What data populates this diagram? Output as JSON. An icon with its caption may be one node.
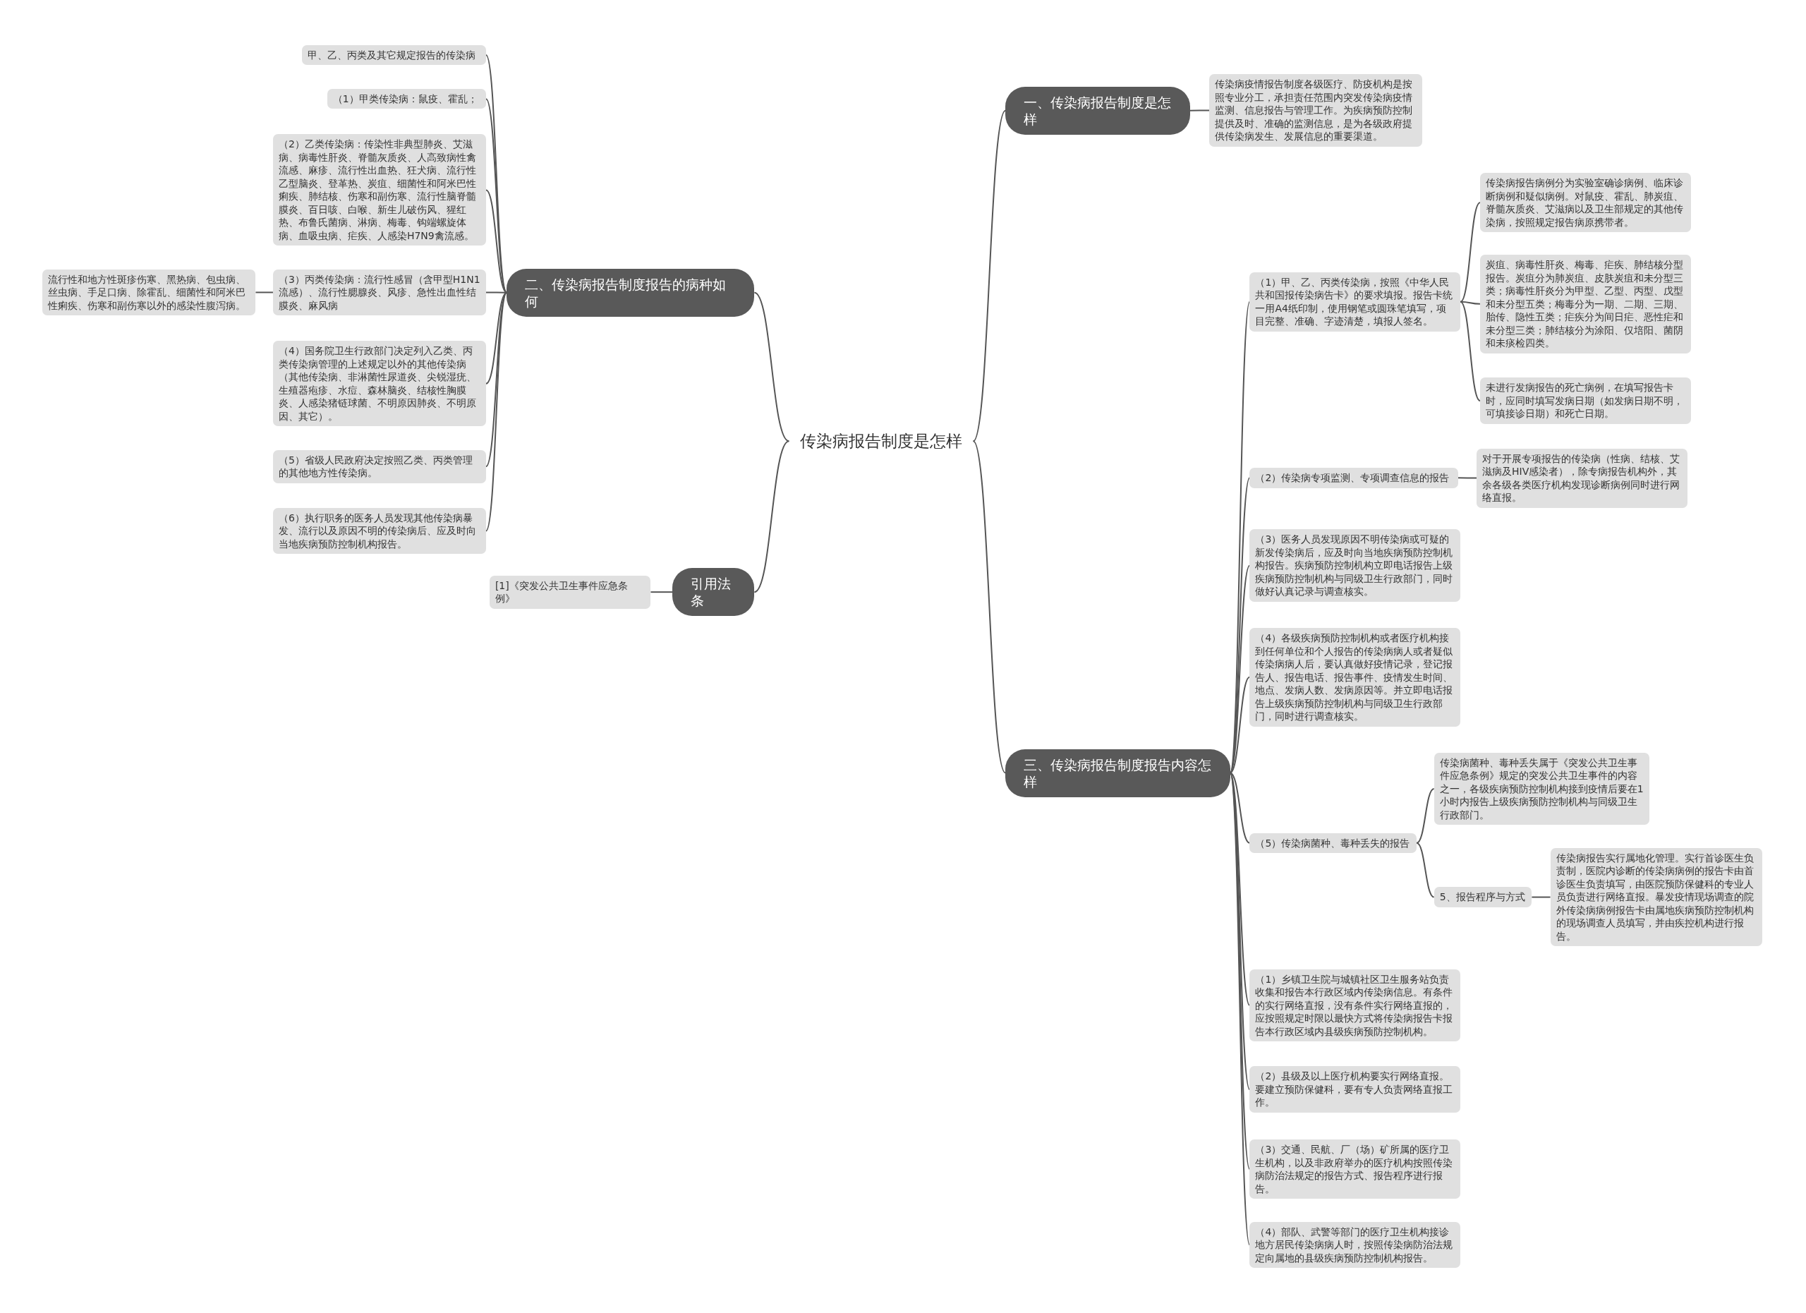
{
  "diagram": {
    "nodes": [
      {
        "text": [
          "传染病报告制度是怎样"
        ]
      },
      {
        "text": [
          "一、传染病报告制度是怎样"
        ]
      },
      {
        "text": [
          "传染病疫情报告制度各级医疗、防疫机构是按照专业分工，承担责任范围内突发传染病疫情监测、信息报告与管理工作。为疾病预防控制提供及时、准确的监测信息，是为各级政府提供传染病发生、发展信息的重要渠道。"
        ]
      },
      {
        "text": [
          "二、传染病报告制度报告的病种如何"
        ]
      },
      {
        "text": [
          "甲、乙、丙类及其它规定报告的传染病"
        ]
      },
      {
        "text": [
          "（1）甲类传染病：鼠疫、霍乱；"
        ]
      },
      {
        "text": [
          "（2）乙类传染病：传染性非典型肺炎、艾滋病、病毒性肝炎、脊髓灰质炎、人高致病性禽流感、麻疹、流行性出血热、狂犬病、流行性乙型脑炎、登革热、炭疽、细菌性和阿米巴性痢疾、肺结核、伤寒和副伤寒、流行性脑脊髓膜炎、百日咳、白喉、新生儿破伤风、猩红热、布鲁氏菌病、淋病、梅毒、钩端螺旋体病、血吸虫病、疟疾、人感染H7N9禽流感。"
        ]
      },
      {
        "text": [
          "（3）丙类传染病：流行性感冒（含甲型H1N1流感）、流行性腮腺炎、风疹、急性出血性结膜炎、麻风病"
        ]
      },
      {
        "text": [
          "流行性和地方性斑疹伤寒、黑热病、包虫病、丝虫病、手足口病、除霍乱、细菌性和阿米巴性痢疾、伤寒和副伤寒以外的感染性腹泻病。"
        ]
      },
      {
        "text": [
          "（4）国务院卫生行政部门决定列入乙类、丙类传染病管理的上述规定以外的其他传染病（其他传染病、非淋菌性尿道炎、尖锐湿疣、生殖器疱疹、水痘、森林脑炎、结核性胸膜炎、人感染猪链球菌、不明原因肺炎、不明原因、其它）。"
        ]
      },
      {
        "text": [
          "（5）省级人民政府决定按照乙类、丙类管理的其他地方性传染病。"
        ]
      },
      {
        "text": [
          "（6）执行职务的医务人员发现其他传染病暴发、流行以及原因不明的传染病后、应及时向当地疾病预防控制机构报告。"
        ]
      },
      {
        "text": [
          "引用法条"
        ]
      },
      {
        "text": [
          "[1]《突发公共卫生事件应急条例》"
        ]
      },
      {
        "text": [
          "三、传染病报告制度报告内容怎样"
        ]
      },
      {
        "text": [
          "（1）甲、乙、丙类传染病，按照《中华人民共和国报传染病告卡》的要求填报。报告卡统一用A4纸印制，使用钢笔或圆珠笔填写，项目完整、准确、字迹清楚，填报人签名。"
        ]
      },
      {
        "text": [
          "传染病报告病例分为实验室确诊病例、临床诊断病例和疑似病例。对鼠疫、霍乱、肺炭疽、脊髓灰质炎、艾滋病以及卫生部规定的其他传染病，按照规定报告病原携带者。"
        ]
      },
      {
        "text": [
          "炭疽、病毒性肝炎、梅毒、疟疾、肺结核分型报告。炭疽分为肺炭疽、皮肤炭疽和未分型三类；病毒性肝炎分为甲型、乙型、丙型、戊型和未分型五类；梅毒分为一期、二期、三期、胎传、隐性五类；疟疾分为间日疟、恶性疟和未分型三类；肺结核分为涂阳、仅培阳、菌阴和未痰检四类。"
        ]
      },
      {
        "text": [
          "未进行发病报告的死亡病例，在填写报告卡时，应同时填写发病日期（如发病日期不明，可填接诊日期）和死亡日期。"
        ]
      },
      {
        "text": [
          "（2）传染病专项监测、专项调查信息的报告"
        ]
      },
      {
        "text": [
          "对于开展专项报告的传染病（性病、结核、艾滋病及HIV感染者），除专病报告机构外，其余各级各类医疗机构发现诊断病例同时进行网络直报。"
        ]
      },
      {
        "text": [
          "（3）医务人员发现原因不明传染病或可疑的新发传染病后，应及时向当地疾病预防控制机构报告。疾病预防控制机构立即电话报告上级疾病预防控制机构与同级卫生行政部门，同时做好认真记录与调查核实。"
        ]
      },
      {
        "text": [
          "（4）各级疾病预防控制机构或者医疗机构接到任何单位和个人报告的传染病病人或者疑似传染病病人后，要认真做好疫情记录，登记报告人、报告电话、报告事件、疫情发生时间、地点、发病人数、发病原因等。并立即电话报告上级疾病预防控制机构与同级卫生行政部门，同时进行调查核实。"
        ]
      },
      {
        "text": [
          "（5）传染病菌种、毒种丢失的报告"
        ]
      },
      {
        "text": [
          "传染病菌种、毒种丢失属于《突发公共卫生事件应急条例》规定的突发公共卫生事件的内容之一，各级疾病预防控制机构接到疫情后要在1小时内报告上级疾病预防控制机构与同级卫生行政部门。"
        ]
      },
      {
        "text": [
          "5、报告程序与方式"
        ]
      },
      {
        "text": [
          "传染病报告实行属地化管理。实行首诊医生负责制，医院内诊断的传染病病例的报告卡由首诊医生负责填写，由医院预防保健科的专业人员负责进行网络直报。暴发疫情现场调查的院外传染病病例报告卡由属地疾病预防控制机构的现场调查人员填写，并由疾控机构进行报告。"
        ]
      },
      {
        "text": [
          "（1）乡镇卫生院与城镇社区卫生服务站负责收集和报告本行政区域内传染病信息。有条件的实行网络直报，没有条件实行网络直报的，应按照规定时限以最快方式将传染病报告卡报告本行政区域内县级疾病预防控制机构。"
        ]
      },
      {
        "text": [
          "（2）县级及以上医疗机构要实行网络直报。要建立预防保健科，要有专人负责网络直报工作。"
        ]
      },
      {
        "text": [
          "（3）交通、民航、厂（场）矿所属的医疗卫生机构，以及非政府举办的医疗机构按照传染病防治法规定的报告方式、报告程序进行报告。"
        ]
      },
      {
        "text": [
          "（4）部队、武警等部门的医疗卫生机构接诊地方居民传染病病人时，按照传染病防治法规定向属地的县级疾病预防控制机构报告。"
        ]
      }
    ],
    "edges": [
      {
        "from": 0,
        "to": 1,
        "arrow": "none"
      },
      {
        "from": 1,
        "to": 2,
        "arrow": "none"
      },
      {
        "from": 0,
        "to": 3,
        "arrow": "none"
      },
      {
        "from": 3,
        "to": 4,
        "arrow": "none"
      },
      {
        "from": 3,
        "to": 5,
        "arrow": "none"
      },
      {
        "from": 3,
        "to": 6,
        "arrow": "none"
      },
      {
        "from": 3,
        "to": 7,
        "arrow": "none"
      },
      {
        "from": 7,
        "to": 8,
        "arrow": "none"
      },
      {
        "from": 3,
        "to": 9,
        "arrow": "none"
      },
      {
        "from": 3,
        "to": 10,
        "arrow": "none"
      },
      {
        "from": 3,
        "to": 11,
        "arrow": "none"
      },
      {
        "from": 0,
        "to": 12,
        "arrow": "none"
      },
      {
        "from": 12,
        "to": 13,
        "arrow": "none"
      },
      {
        "from": 0,
        "to": 14,
        "arrow": "none"
      },
      {
        "from": 14,
        "to": 15,
        "arrow": "none"
      },
      {
        "from": 15,
        "to": 16,
        "arrow": "none"
      },
      {
        "from": 15,
        "to": 17,
        "arrow": "none"
      },
      {
        "from": 15,
        "to": 18,
        "arrow": "none"
      },
      {
        "from": 14,
        "to": 19,
        "arrow": "none"
      },
      {
        "from": 19,
        "to": 20,
        "arrow": "none"
      },
      {
        "from": 14,
        "to": 21,
        "arrow": "none"
      },
      {
        "from": 14,
        "to": 22,
        "arrow": "none"
      },
      {
        "from": 14,
        "to": 23,
        "arrow": "none"
      },
      {
        "from": 23,
        "to": 24,
        "arrow": "none"
      },
      {
        "from": 23,
        "to": 25,
        "arrow": "none"
      },
      {
        "from": 25,
        "to": 26,
        "arrow": "none"
      },
      {
        "from": 14,
        "to": 27,
        "arrow": "none"
      },
      {
        "from": 14,
        "to": 28,
        "arrow": "none"
      },
      {
        "from": 14,
        "to": 29,
        "arrow": "none"
      },
      {
        "from": 14,
        "to": 30,
        "arrow": "none"
      }
    ]
  }
}
